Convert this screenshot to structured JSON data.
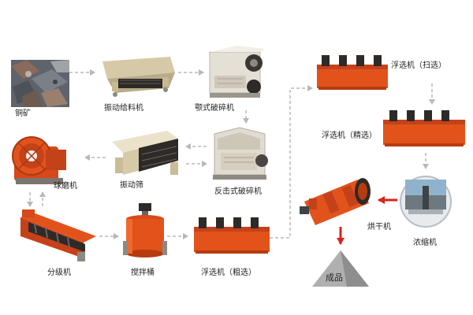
{
  "colors": {
    "machine_orange": "#e2531c",
    "machine_orange_dark": "#b63b10",
    "machine_red": "#cc3a12",
    "metal_dark": "#2e2a28",
    "metal_grey": "#8d8a84",
    "steel_light": "#d9d2c4",
    "screen_beige": "#e7ddc3",
    "ore_grey": "#6b6f76",
    "arrow_grey": "#b8b8b8",
    "arrow_red": "#d9231d",
    "product_grey": "#b0b0b0"
  },
  "nodes": {
    "ore": {
      "label": "铜矿",
      "icon": "ore-pile-icon"
    },
    "vibrating_feeder": {
      "label": "振动给料机",
      "icon": "vibrating-feeder-icon"
    },
    "jaw_crusher": {
      "label": "颚式破碎机",
      "icon": "jaw-crusher-icon"
    },
    "impact_crusher": {
      "label": "反击式破碎机",
      "icon": "impact-crusher-icon"
    },
    "vibrating_screen": {
      "label": "振动筛",
      "icon": "vibrating-screen-icon"
    },
    "ball_mill": {
      "label": "球磨机",
      "icon": "ball-mill-icon"
    },
    "classifier": {
      "label": "分级机",
      "icon": "spiral-classifier-icon"
    },
    "agitation_tank": {
      "label": "搅拌桶",
      "icon": "agitation-tank-icon"
    },
    "flotation_rough": {
      "label": "浮选机（粗选）",
      "icon": "flotation-machine-icon"
    },
    "flotation_scavenge": {
      "label": "浮选机（扫选）",
      "icon": "flotation-machine-icon"
    },
    "flotation_clean": {
      "label": "浮选机（精选）",
      "icon": "flotation-machine-icon"
    },
    "thickener": {
      "label": "浓缩机",
      "icon": "thickener-icon"
    },
    "dryer": {
      "label": "烘干机",
      "icon": "rotary-dryer-icon"
    },
    "product": {
      "label": "成品",
      "icon": "product-pile-icon"
    }
  }
}
